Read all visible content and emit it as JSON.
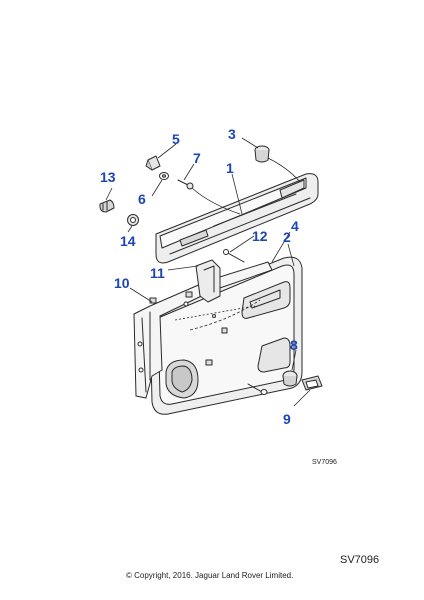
{
  "callouts": [
    {
      "id": "1",
      "label": "1"
    },
    {
      "id": "2",
      "label": "2"
    },
    {
      "id": "3",
      "label": "3"
    },
    {
      "id": "4",
      "label": "4"
    },
    {
      "id": "5",
      "label": "5"
    },
    {
      "id": "6",
      "label": "6"
    },
    {
      "id": "7",
      "label": "7"
    },
    {
      "id": "8",
      "label": "8"
    },
    {
      "id": "9",
      "label": "9"
    },
    {
      "id": "10",
      "label": "10"
    },
    {
      "id": "11",
      "label": "11"
    },
    {
      "id": "12",
      "label": "12"
    },
    {
      "id": "13",
      "label": "13"
    },
    {
      "id": "14",
      "label": "14"
    }
  ],
  "reference_small": "SV7096",
  "reference_large": "SV7096",
  "copyright": "© Copyright, 2016. Jaguar Land Rover Limited.",
  "colors": {
    "callout": "#1d45b4",
    "line": "#2a2a2a",
    "panel_fill": "#f2f2f2",
    "panel_shade": "#d9d9d9"
  }
}
